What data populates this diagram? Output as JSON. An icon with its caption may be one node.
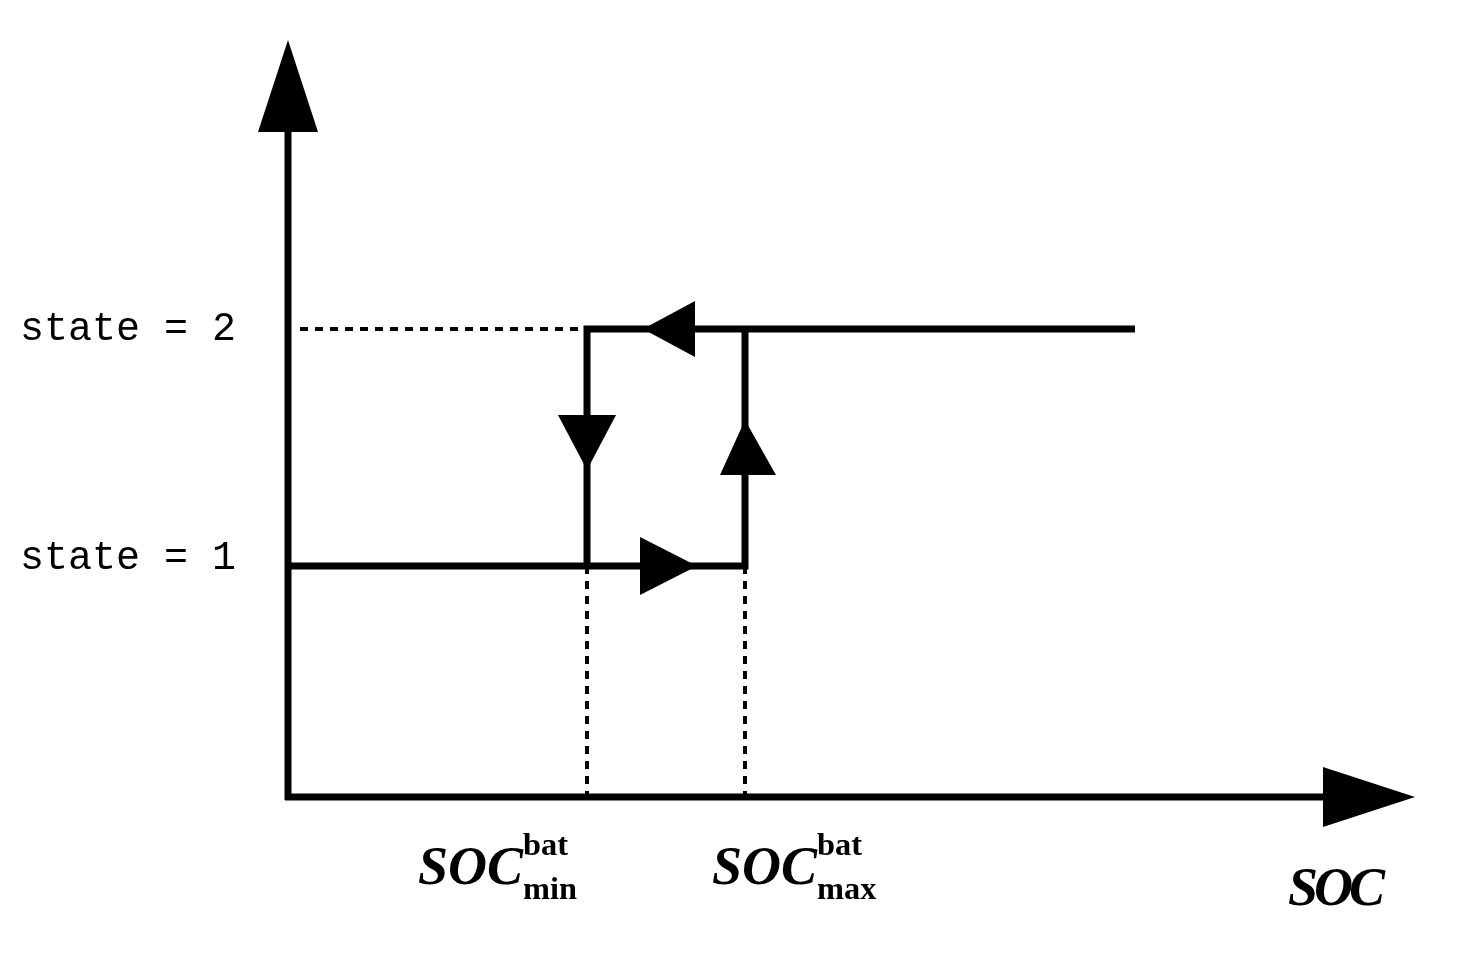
{
  "diagram": {
    "labels": [
      "state = 2",
      "state = 1",
      "*SOC*$^{bat}$$_{min}$",
      "*SOC*$^{bat}$$_{max}$",
      "SOC"
    ]
  }
}
